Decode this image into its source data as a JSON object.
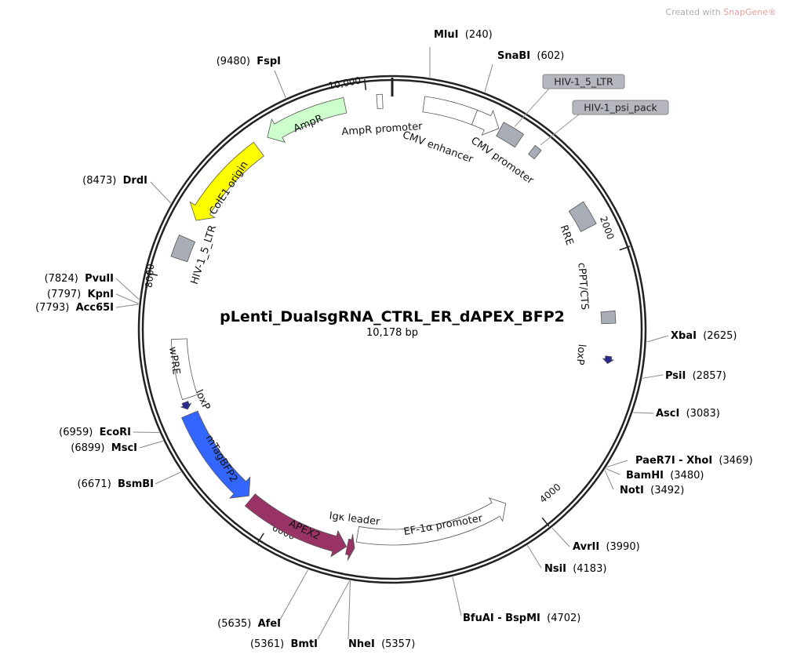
{
  "watermark": {
    "prefix": "Created with ",
    "brand": "SnapGene®"
  },
  "plasmid": {
    "name": "pLenti_DualsgRNA_CTRL_ER_dAPEX_BFP2",
    "length_label": "10,178 bp",
    "length": 10178
  },
  "ticks": [
    {
      "bp": 2000,
      "label": "2000"
    },
    {
      "bp": 4000,
      "label": "4000"
    },
    {
      "bp": 6000,
      "label": "6000"
    },
    {
      "bp": 8000,
      "label": "8000"
    },
    {
      "bp": 10000,
      "label": "10,000"
    }
  ],
  "features": [
    {
      "name": "AmpR",
      "start": 9245,
      "end": 9842,
      "direction": -1,
      "color": "#ccffcc"
    },
    {
      "name": "AmpR promoter",
      "start": 10070,
      "end": 10110,
      "direction": 0,
      "color": "#ffffff"
    },
    {
      "name": "CMV enhancer",
      "start": 226,
      "end": 600,
      "direction": 0,
      "color": "#ffffff"
    },
    {
      "name": "CMV promoter",
      "start": 600,
      "end": 790,
      "direction": 1,
      "color": "#ffffff"
    },
    {
      "name": "HIV-1_5_LTR",
      "start": 800,
      "end": 960,
      "direction": 0,
      "color": "#a9aeb6"
    },
    {
      "name": "HIV-1_psi_pack",
      "start": 1070,
      "end": 1125,
      "direction": 0,
      "color": "#a9aeb6"
    },
    {
      "name": "RRE",
      "start": 1590,
      "end": 1770,
      "direction": 0,
      "color": "#a9aeb6"
    },
    {
      "name": "cPPT/CTS",
      "start": 2410,
      "end": 2500,
      "direction": 0,
      "color": "#a9aeb6"
    },
    {
      "name": "loxP",
      "start": 2745,
      "end": 2800,
      "direction": 1,
      "color": "#2a2a90"
    },
    {
      "name": "EF-1α promoter",
      "start": 4153,
      "end": 5360,
      "direction": -1,
      "color": "#ffffff"
    },
    {
      "name": "Igκ leader",
      "start": 5365,
      "end": 5420,
      "direction": -1,
      "color": "#993366"
    },
    {
      "name": "APEX2",
      "start": 5425,
      "end": 6214,
      "direction": -1,
      "color": "#993366"
    },
    {
      "name": "mTagBFP2",
      "start": 6240,
      "end": 6990,
      "direction": -1,
      "color": "#3366ff"
    },
    {
      "name": "loxP",
      "start": 7030,
      "end": 7085,
      "direction": -1,
      "color": "#2a2a90"
    },
    {
      "name": "wPRE",
      "start": 7110,
      "end": 7560,
      "direction": 0,
      "color": "#ffffff"
    },
    {
      "name": "HIV-1_5_LTR",
      "start": 8150,
      "end": 8310,
      "direction": 0,
      "color": "#a9aeb6"
    },
    {
      "name": "ColE1 origin",
      "start": 8455,
      "end": 9146,
      "direction": -1,
      "color": "#ffff00"
    }
  ],
  "enzymes": [
    {
      "name": "MluI",
      "pos": "(240)",
      "bp": 240
    },
    {
      "name": "SnaBI",
      "pos": "(602)",
      "bp": 602
    },
    {
      "name": "XbaI",
      "pos": "(2625)",
      "bp": 2625
    },
    {
      "name": "PsiI",
      "pos": "(2857)",
      "bp": 2857
    },
    {
      "name": "AscI",
      "pos": "(3083)",
      "bp": 3083
    },
    {
      "name": "PaeR7I - XhoI",
      "pos": "(3469)",
      "bp": 3469
    },
    {
      "name": "BamHI",
      "pos": "(3480)",
      "bp": 3480
    },
    {
      "name": "NotI",
      "pos": "(3492)",
      "bp": 3492
    },
    {
      "name": "AvrII",
      "pos": "(3990)",
      "bp": 3990
    },
    {
      "name": "NsiI",
      "pos": "(4183)",
      "bp": 4183
    },
    {
      "name": "BfuAI - BspMI",
      "pos": "(4702)",
      "bp": 4702
    },
    {
      "name": "NheI",
      "pos": "(5357)",
      "bp": 5357
    },
    {
      "name": "BmtI",
      "pos": "(5361)",
      "bp": 5361
    },
    {
      "name": "AfeI",
      "pos": "(5635)",
      "bp": 5635
    },
    {
      "name": "BsmBI",
      "pos": "(6671)",
      "bp": 6671
    },
    {
      "name": "MscI",
      "pos": "(6899)",
      "bp": 6899
    },
    {
      "name": "EcoRI",
      "pos": "(6959)",
      "bp": 6959
    },
    {
      "name": "Acc65I",
      "pos": "(7793)",
      "bp": 7793
    },
    {
      "name": "KpnI",
      "pos": "(7797)",
      "bp": 7797
    },
    {
      "name": "PvuII",
      "pos": "(7824)",
      "bp": 7824
    },
    {
      "name": "DrdI",
      "pos": "(8473)",
      "bp": 8473
    },
    {
      "name": "FspI",
      "pos": "(9480)",
      "bp": 9480
    }
  ],
  "callouts": [
    {
      "label": "HIV-1_5_LTR",
      "feature_index": 4
    },
    {
      "label": "HIV-1_psi_pack",
      "feature_index": 5
    }
  ]
}
